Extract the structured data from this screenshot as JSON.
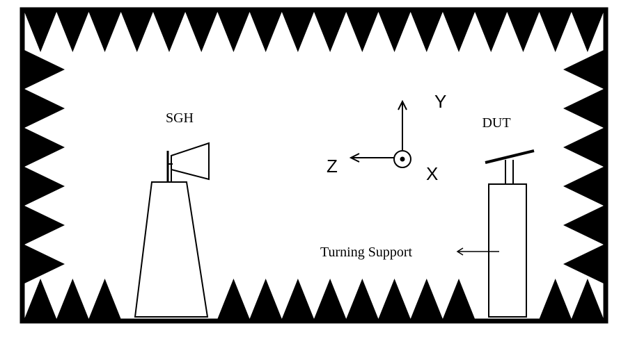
{
  "labels": {
    "antenna": "SGH",
    "device": "DUT",
    "support": "Turning Support"
  },
  "axes": {
    "y": "Y",
    "z": "Z",
    "x": "X"
  },
  "colors": {
    "absorber": "#000000",
    "background": "#ffffff",
    "stroke": "#000000"
  }
}
